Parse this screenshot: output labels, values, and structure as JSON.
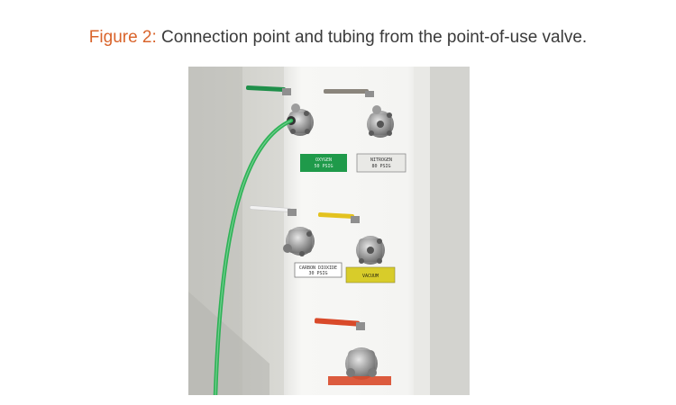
{
  "caption": {
    "label": "Figure 2:",
    "text": " Connection point and tubing from the point-of-use valve."
  },
  "photo": {
    "tags": {
      "oxygen_line1": "OXYGEN",
      "oxygen_line2": "50 PSIG",
      "nitrogen_line1": "NITROGEN",
      "nitrogen_line2": "80 PSIG",
      "co2_line1": "CARBON DIOXIDE",
      "co2_line2": "30 PSIG",
      "vacuum": "VACUUM"
    },
    "colors": {
      "oxygen_tag": "#1f9a4a",
      "nitrogen_tag": "#e9e9e6",
      "vacuum_tag": "#d8cc2a",
      "handle_green": "#1f8f4a",
      "handle_gray": "#8a857c",
      "handle_white": "#f2f2f2",
      "handle_yellow": "#e3c21f",
      "handle_red": "#d94a2a",
      "tubing": "#2fb257"
    }
  }
}
